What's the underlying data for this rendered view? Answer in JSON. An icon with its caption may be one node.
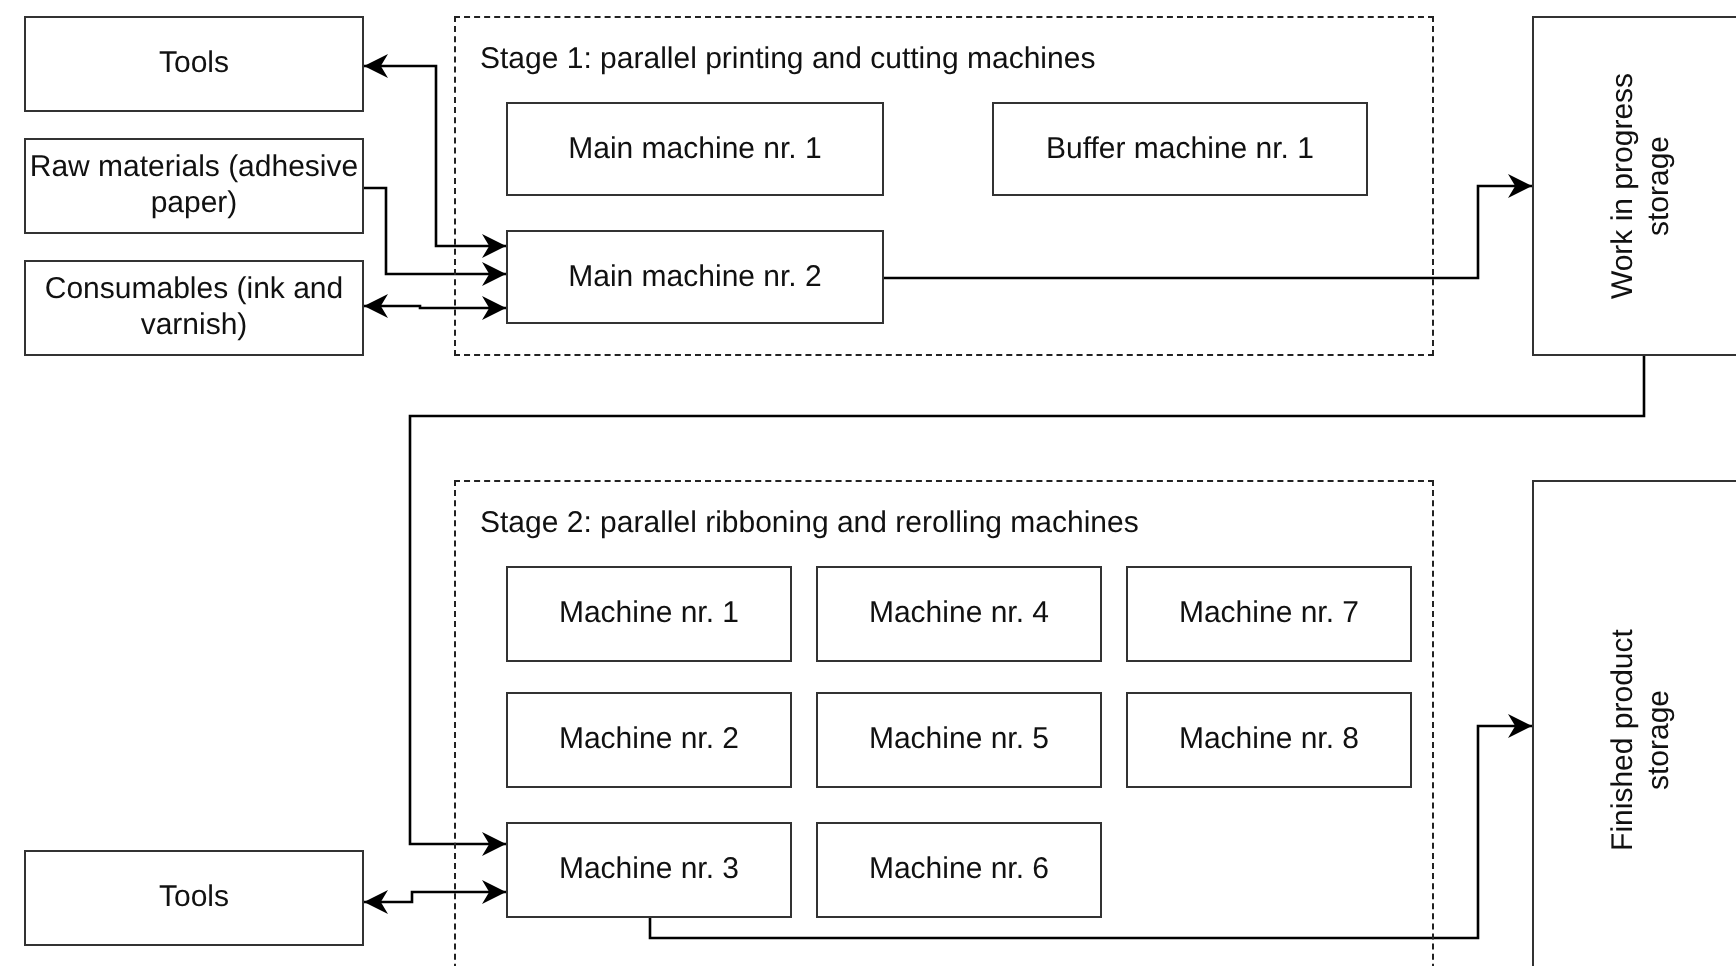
{
  "diagram": {
    "nodes": [
      {
        "text": [
          "Stage 1: parallel printing and cutting machines"
        ]
      },
      {
        "text": [
          "Main machine nr. 1"
        ],
        "in": 0
      },
      {
        "text": [
          "Buffer machine nr. 1"
        ],
        "in": 0
      },
      {
        "text": [
          "Main machine nr. 2"
        ],
        "in": 0
      },
      {
        "text": [
          "Tools"
        ]
      },
      {
        "text": [
          "Raw materials (adhesive paper)"
        ]
      },
      {
        "text": [
          "Consumables (ink and varnish)"
        ]
      },
      {
        "text": [
          "Work in progress storage"
        ]
      },
      {
        "text": [
          "Stage 2: parallel ribboning and rerolling machines"
        ]
      },
      {
        "text": [
          "Machine nr. 1"
        ],
        "in": 8
      },
      {
        "text": [
          "Machine nr. 4"
        ],
        "in": 8
      },
      {
        "text": [
          "Machine nr. 7"
        ],
        "in": 8
      },
      {
        "text": [
          "Machine nr. 2"
        ],
        "in": 8
      },
      {
        "text": [
          "Machine nr. 5"
        ],
        "in": 8
      },
      {
        "text": [
          "Machine nr. 8"
        ],
        "in": 8
      },
      {
        "text": [
          "Machine nr. 3"
        ],
        "in": 8
      },
      {
        "text": [
          "Machine nr. 6"
        ],
        "in": 8
      },
      {
        "text": [
          "Tools"
        ]
      },
      {
        "text": [
          "Finished product storage"
        ]
      }
    ],
    "edges": [
      {
        "from": 3,
        "to": 4,
        "arrow": "both"
      },
      {
        "from": 5,
        "to": 3,
        "arrow": "to"
      },
      {
        "from": 6,
        "to": 3,
        "arrow": "both"
      },
      {
        "from": 3,
        "to": 7,
        "arrow": "to"
      },
      {
        "from": 7,
        "to": 15,
        "arrow": "to"
      },
      {
        "from": 17,
        "to": 15,
        "arrow": "both"
      },
      {
        "from": 15,
        "to": 18,
        "arrow": "to"
      }
    ]
  }
}
